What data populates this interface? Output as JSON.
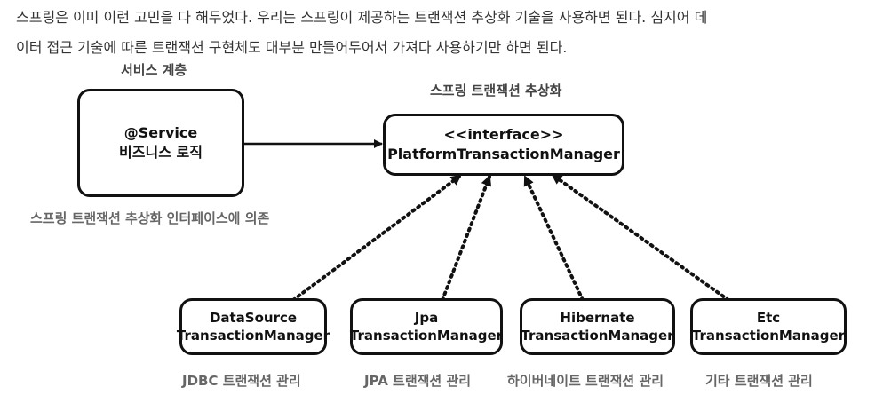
{
  "paragraph": {
    "line1": "스프링은 이미 이런 고민을 다 해두었다. 우리는 스프링이 제공하는 트랜잭션 추상화 기술을 사용하면 된다. 심지어 데",
    "line2": "이터 접근 기술에 따른 트랜잭션 구현체도 대부분 만들어두어서 가져다 사용하기만 하면 된다."
  },
  "diagram": {
    "service_layer_label": "서비스 계층",
    "abstraction_label": "스프링 트랜잭션 추상화",
    "dependency_note": "스프링 트랜잭션 추상화 인터페이스에 의존",
    "service_box": {
      "line1": "@Service",
      "line2": "비즈니스 로직"
    },
    "interface_box": {
      "line1": "<<interface>>",
      "line2": "PlatformTransactionManager"
    },
    "implementations": [
      {
        "line1": "DataSource",
        "line2": "TransactionManager",
        "caption": "JDBC 트랜잭션 관리"
      },
      {
        "line1": "Jpa",
        "line2": "TransactionManager",
        "caption": "JPA 트랜잭션 관리"
      },
      {
        "line1": "Hibernate",
        "line2": "TransactionManager",
        "caption": "하이버네이트 트랜잭션 관리"
      },
      {
        "line1": "Etc",
        "line2": "TransactionManager",
        "caption": "기타 트랜잭션 관리"
      }
    ]
  }
}
